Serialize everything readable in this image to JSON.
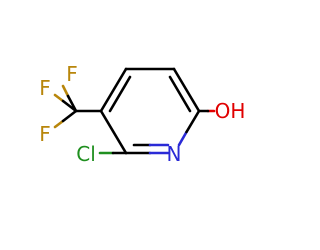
{
  "molecule": {
    "atoms": {
      "n1": {
        "symbol": "N",
        "color": "#2a2ad6"
      },
      "cl": {
        "symbol": "Cl",
        "color": "#1f8f1f"
      },
      "o": {
        "symbol": "OH",
        "color": "#e00000"
      },
      "f1": {
        "symbol": "F",
        "color": "#b8860b"
      },
      "f2": {
        "symbol": "F",
        "color": "#b8860b"
      },
      "f3": {
        "symbol": "F",
        "color": "#b8860b"
      }
    },
    "bond_color": "#000000",
    "cl_bond_color": "#1f8f1f",
    "n_bond_color": "#2a2ad6",
    "o_bond_color": "#e00000",
    "f_bond_color": "#b8860b"
  }
}
